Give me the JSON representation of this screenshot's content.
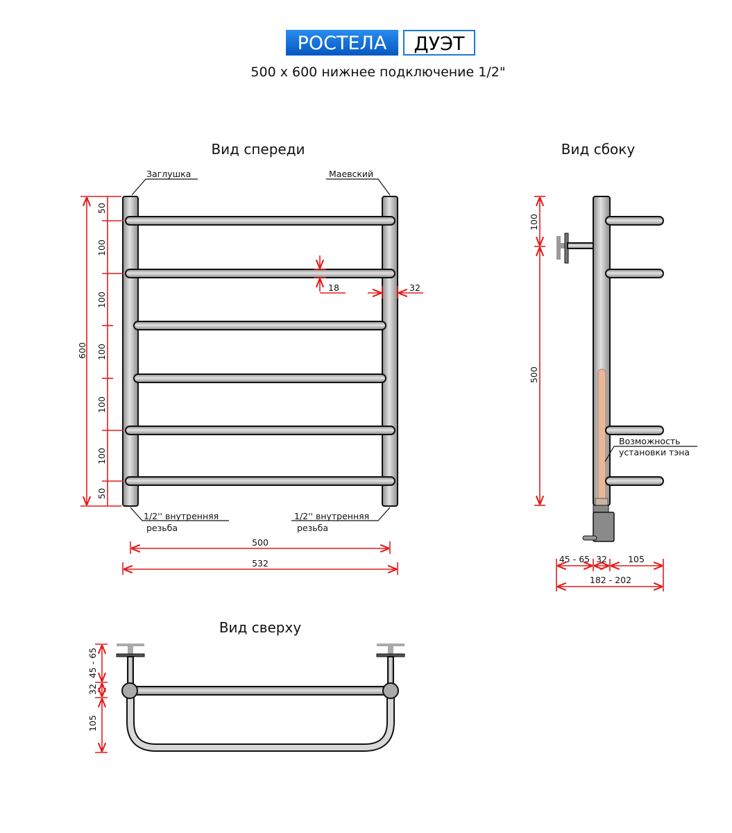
{
  "header": {
    "brand": "РОСТЕЛА",
    "model": "ДУЭТ",
    "subtitle": "500 x 600 нижнее подключение 1/2\"",
    "brand_color": "#0a6fd8"
  },
  "front_view": {
    "title": "Вид спереди",
    "callouts": {
      "plug": "Заглушка",
      "air_valve": "Маевский",
      "thread_left_1": "1/2'' внутренняя",
      "thread_left_2": "резьба",
      "thread_right_1": "1/2'' внутренняя",
      "thread_right_2": "резьба"
    },
    "dims": {
      "height_total": "600",
      "segments": [
        "50",
        "100",
        "100",
        "100",
        "100",
        "100",
        "50"
      ],
      "bar_diameter": "18",
      "post_diameter": "32",
      "center_width": "500",
      "total_width": "532"
    }
  },
  "side_view": {
    "title": "Вид сбоку",
    "callout_1": "Возможность",
    "callout_2": "установки тэна",
    "dims": {
      "top": "100",
      "main": "500",
      "wall_offset": "45 - 65",
      "post": "32",
      "depth": "105",
      "total_depth": "182 - 202"
    }
  },
  "top_view": {
    "title": "Вид сверху",
    "dims": {
      "wall_offset": "45 - 65",
      "post": "32",
      "depth": "105"
    }
  },
  "colors": {
    "dimension": "#e31b1b",
    "heater": "#e8b89a"
  }
}
